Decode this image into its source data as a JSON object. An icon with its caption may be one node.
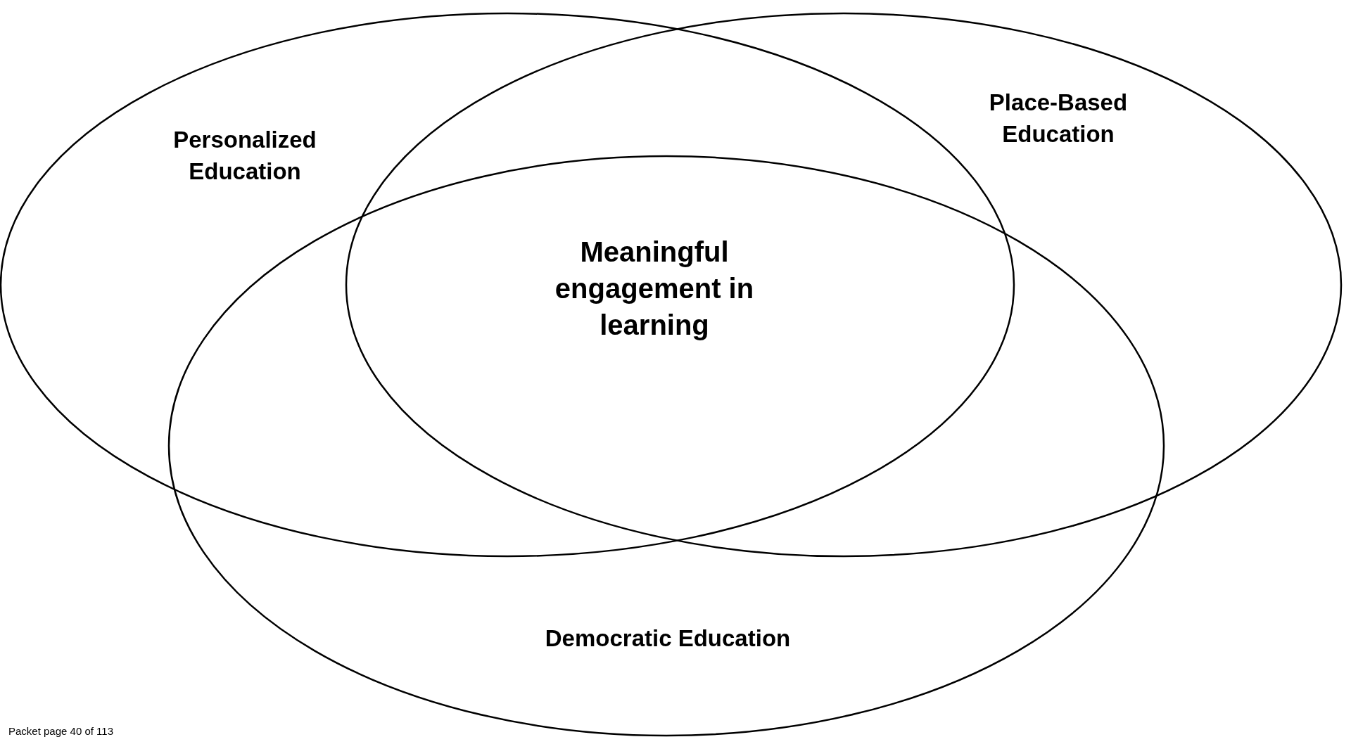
{
  "diagram": {
    "nodes": [
      {
        "text": [
          "Personalized Education"
        ]
      },
      {
        "text": [
          "Place-Based Education"
        ]
      },
      {
        "text": [
          "Democratic Education"
        ]
      }
    ],
    "labels": [
      "Meaningful engagement in learning",
      "Packet page 40 of 113"
    ]
  }
}
